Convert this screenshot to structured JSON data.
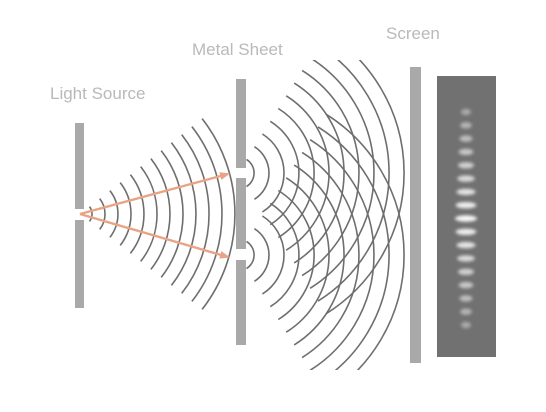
{
  "labels": {
    "light_source": "Light Source",
    "metal_sheet": "Metal Sheet",
    "screen": "Screen"
  },
  "colors": {
    "background": "#ffffff",
    "wall": "#a9a9a9",
    "wave": "#6e6e6e",
    "ray": "#e9a485",
    "screen_pattern_bg": "#717171",
    "fringe": "#ffffff",
    "label": "#b9b9b9"
  },
  "interference_pattern": {
    "fringe_count": 17
  }
}
